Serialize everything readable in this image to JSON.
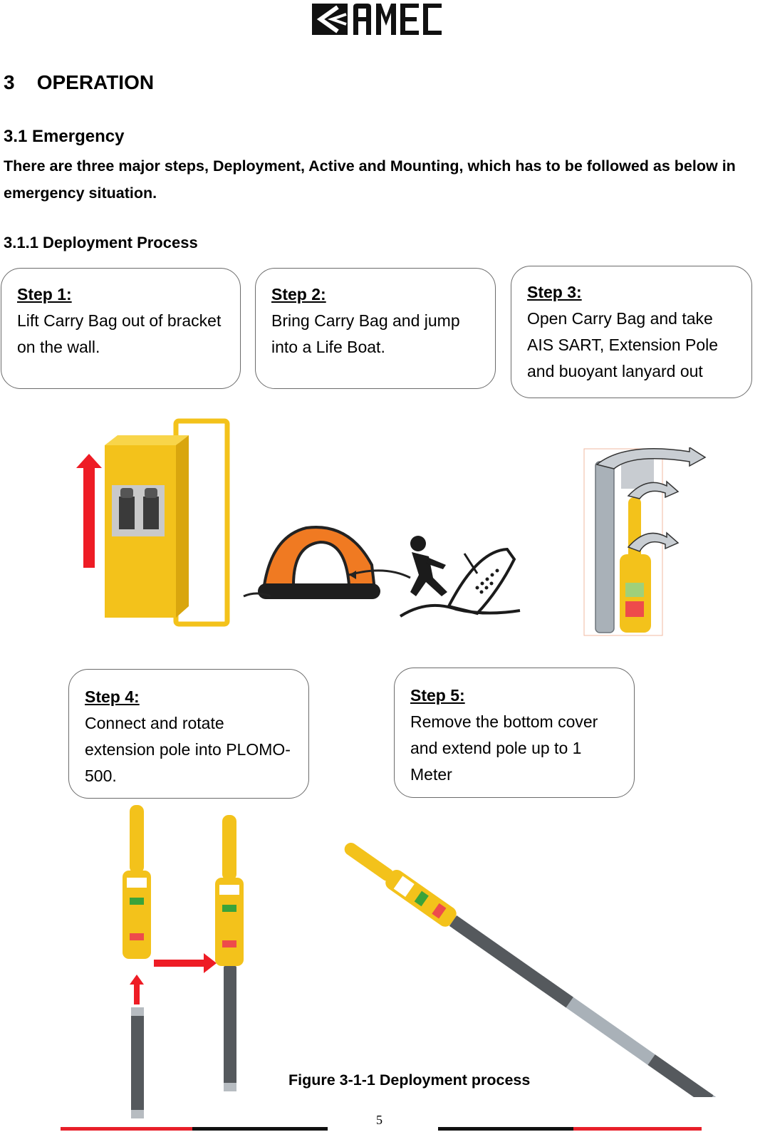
{
  "header": {
    "logo_text": "AMEC",
    "logo_icon": "amec-logo-icon"
  },
  "section": {
    "number": "3",
    "title": "OPERATION"
  },
  "subsection": {
    "title": "3.1 Emergency",
    "intro": "There are three major steps, Deployment, Active and Mounting, which has to be followed as below in emergency situation."
  },
  "subsubsection": {
    "title": "3.1.1 Deployment Process"
  },
  "steps": [
    {
      "title": "Step 1:",
      "text": "Lift Carry Bag out of bracket on the wall."
    },
    {
      "title": "Step 2:",
      "text": "Bring Carry Bag and jump into a Life Boat."
    },
    {
      "title": "Step 3:",
      "text": "Open Carry Bag and take AIS SART, Extension Pole and buoyant lanyard out"
    },
    {
      "title": "Step 4:",
      "text": "Connect and rotate extension pole into PLOMO-500."
    },
    {
      "title": "Step 5:",
      "text": "Remove the bottom cover and extend pole up to 1 Meter"
    }
  ],
  "figure": {
    "caption": "Figure 3-1-1 Deployment process"
  },
  "footer": {
    "page_number": "5",
    "colors": {
      "red": "#e8202a",
      "black": "#111111"
    }
  },
  "colors": {
    "yellow": "#f3c21b",
    "orange": "#f07a22",
    "arrow_red": "#ee1c25",
    "pole_dark": "#55595d",
    "pole_light": "#a9b1b8"
  }
}
